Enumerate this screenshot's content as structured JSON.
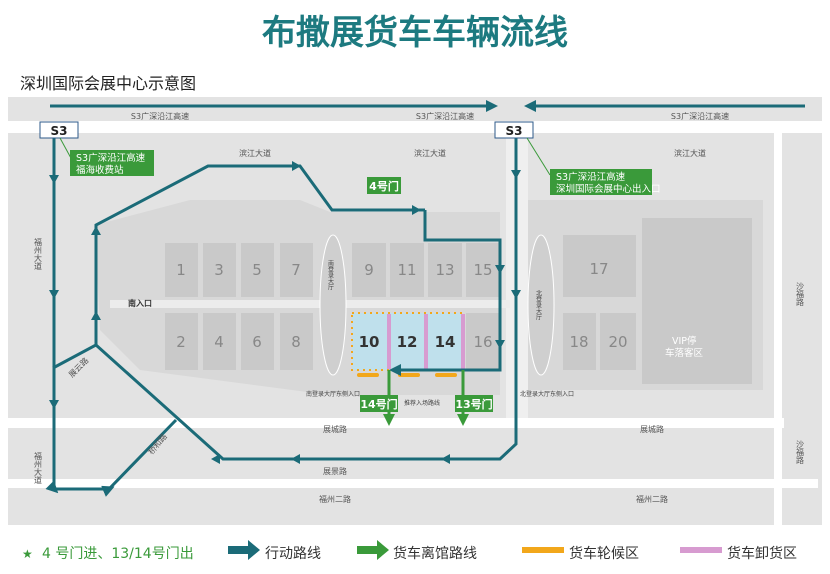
{
  "title": "布撒展货车车辆流线",
  "subtitle": "深圳国际会展中心示意图",
  "roads": {
    "s3_highway_1": "S3广深沿江高速",
    "s3_highway_2": "S3广深沿江高速",
    "s3_highway_3": "S3广深沿江高速",
    "binjiang_1": "滨江大道",
    "binjiang_2": "滨江大道",
    "fuzhou_1": "福州大道",
    "fuzhou_2": "福州大道",
    "shafu_1": "沙福路",
    "shafu_2": "沙福路",
    "zhancheng_1": "展城路",
    "zhancheng_2": "展城路",
    "zhanjing": "展景路",
    "fuzhou2_1": "福州二路",
    "fuzhou2_2": "福州二路",
    "zhanyun": "展云路",
    "qiaohe": "桥和路"
  },
  "shields": {
    "left": "S3",
    "right": "S3"
  },
  "callouts": {
    "left": [
      "S3广深沿江高速",
      "福海收费站"
    ],
    "right": [
      "S3广深沿江高速",
      "深圳国际会展中心出入口"
    ]
  },
  "gates": {
    "gate4": "4号门",
    "gate14": "14号门",
    "gate13": "13号门"
  },
  "labels": {
    "south_entrance": "南入口",
    "south_hall": "南登录大厅",
    "north_hall": "北登录大厅",
    "south_hall_east": "南登录大厅东侧入口",
    "north_hall_east": "北登录大厅东侧入口",
    "recommended": "推荐入场路线",
    "vip": [
      "VIP停",
      "车落客区"
    ]
  },
  "halls": {
    "top": [
      "1",
      "3",
      "5",
      "7",
      "9",
      "11",
      "13",
      "15"
    ],
    "bottom": [
      "2",
      "4",
      "6",
      "8",
      "10",
      "12",
      "14",
      "16"
    ],
    "east": [
      "17",
      "18",
      "20"
    ]
  },
  "legend": {
    "rule": "4 号门进、13/14号门出",
    "action_route": "行动路线",
    "exit_route": "货车离馆路线",
    "waiting_area": "货车轮候区",
    "unloading_area": "货车卸货区"
  },
  "colors": {
    "route": "#1b6b78",
    "exit": "#3a9a3a",
    "waiting": "#f2a71b",
    "unloading": "#d79bd0",
    "highlight": "#bfe0ec"
  }
}
